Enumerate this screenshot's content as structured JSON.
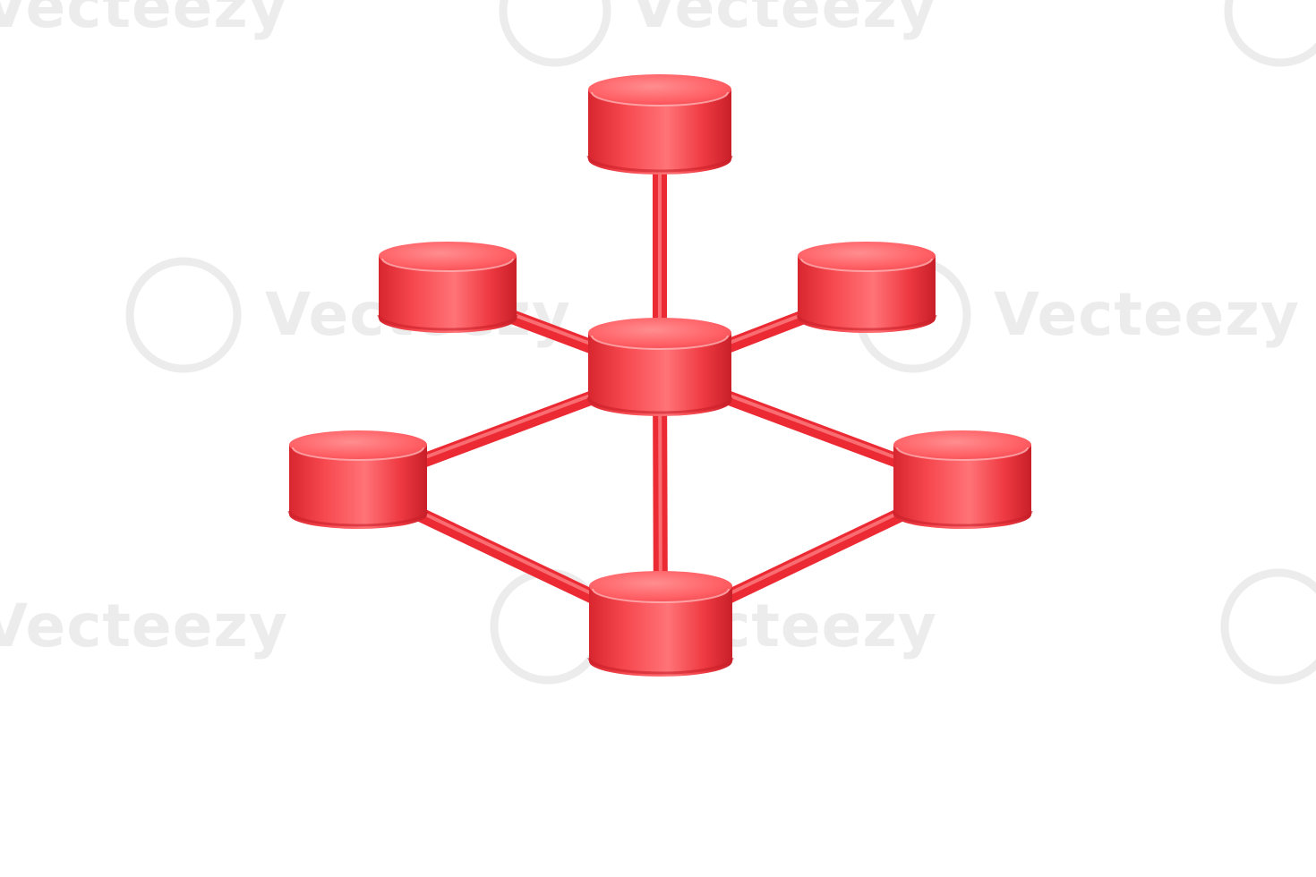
{
  "colors": {
    "background": "#ffffff",
    "node_top": "#ff6b6e",
    "node_side": "#f23d44",
    "node_shadow": "#c91f2a",
    "connector": "#ec2a33",
    "watermark": "#ececec"
  },
  "watermark": {
    "brand": "Vecteezy",
    "logo_icon": "vecteezy-logo-icon"
  },
  "network": {
    "nodes": [
      {
        "id": "node-top"
      },
      {
        "id": "node-upper-left"
      },
      {
        "id": "node-upper-right"
      },
      {
        "id": "node-center"
      },
      {
        "id": "node-lower-left"
      },
      {
        "id": "node-lower-right"
      },
      {
        "id": "node-bottom"
      }
    ],
    "links": [
      [
        "node-top",
        "node-center"
      ],
      [
        "node-upper-left",
        "node-center"
      ],
      [
        "node-upper-right",
        "node-center"
      ],
      [
        "node-center",
        "node-lower-left"
      ],
      [
        "node-center",
        "node-lower-right"
      ],
      [
        "node-center",
        "node-bottom"
      ],
      [
        "node-lower-left",
        "node-bottom"
      ],
      [
        "node-lower-right",
        "node-bottom"
      ]
    ]
  }
}
